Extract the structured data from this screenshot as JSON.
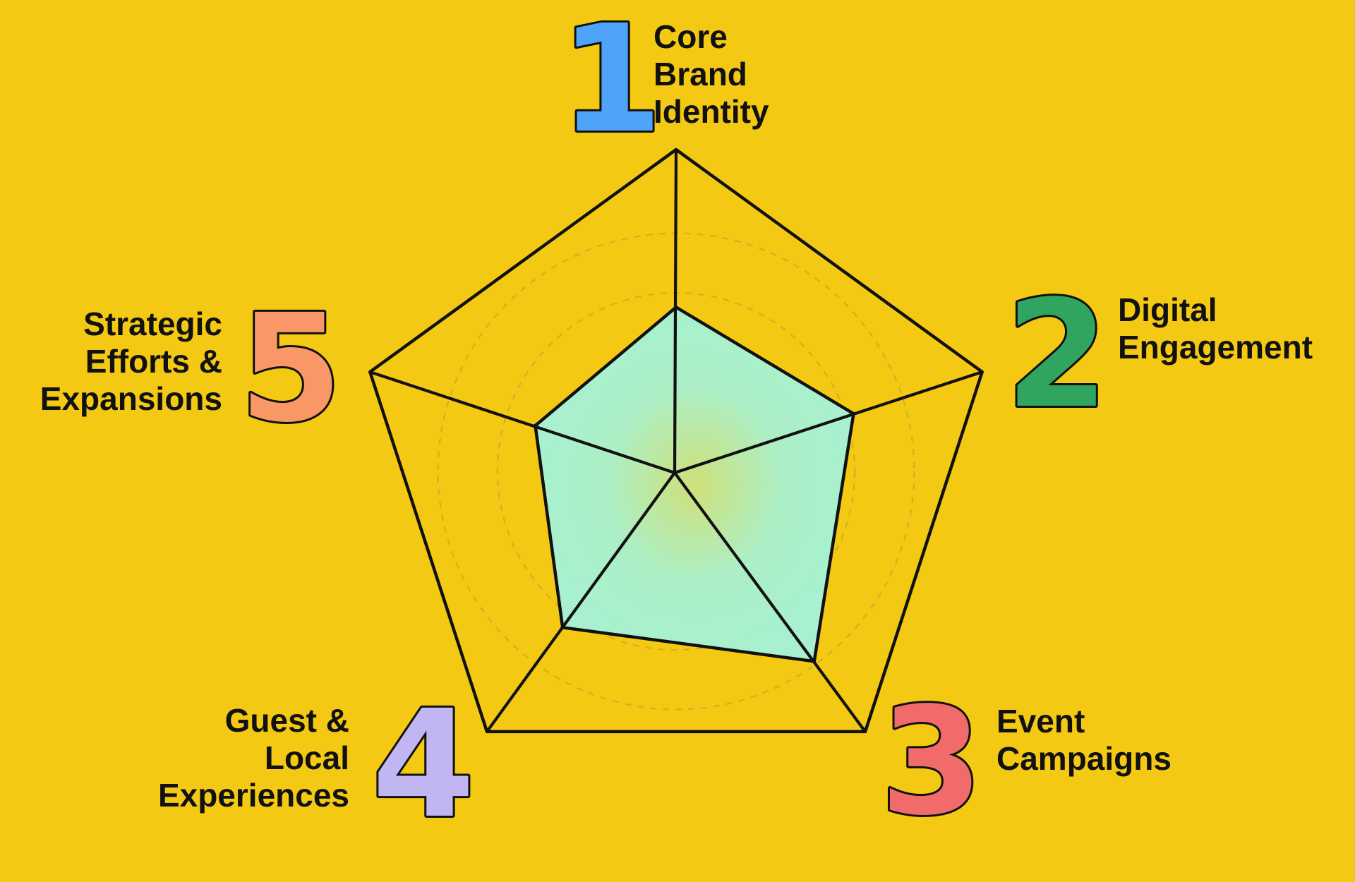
{
  "colors": {
    "background": "#F4C914",
    "outline": "#111111",
    "fill": "#A8F0CF",
    "grid": "#D3AE25"
  },
  "chart_data": {
    "type": "radar",
    "axes": [
      {
        "number": "1",
        "label": [
          "Core",
          "Brand",
          "Identity"
        ],
        "color": "#4FA3F8"
      },
      {
        "number": "2",
        "label": [
          "Digital",
          "Engagement"
        ],
        "color": "#2FA560"
      },
      {
        "number": "3",
        "label": [
          "Event",
          "Campaigns"
        ],
        "color": "#F26B6B"
      },
      {
        "number": "4",
        "label": [
          "Guest &",
          "Local",
          "Experiences"
        ],
        "color": "#C2B6F2"
      },
      {
        "number": "5",
        "label": [
          "Strategic",
          "Efforts &",
          "Expansions"
        ],
        "color": "#F99866"
      }
    ],
    "series": [
      {
        "values": [
          0.51,
          0.58,
          0.73,
          0.6,
          0.46
        ]
      }
    ],
    "range": [
      0,
      1
    ],
    "grid_rings": 4
  }
}
